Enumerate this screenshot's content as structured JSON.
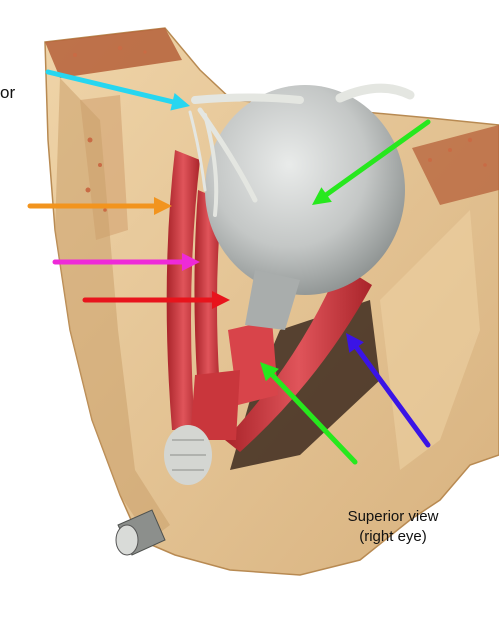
{
  "image": {
    "subject": "illustration-orbit-extraocular-muscles",
    "cut_off_label": "or",
    "caption": {
      "line1": "Superior view",
      "line2": "(right eye)"
    }
  },
  "pointer_arrows": [
    {
      "color": "#27d6f0"
    },
    {
      "color": "#f2941e"
    },
    {
      "color": "#ee2ad8"
    },
    {
      "color": "#e8141c"
    },
    {
      "color": "#27e81e"
    },
    {
      "color": "#27e81e"
    },
    {
      "color": "#3a14e6"
    }
  ],
  "colors": {
    "bone": "#e6c79b",
    "bone_speckle": "#c96b45",
    "muscle": "#d8444a",
    "eyeball": "#c7cac9",
    "tendon": "#e4e6e1"
  }
}
